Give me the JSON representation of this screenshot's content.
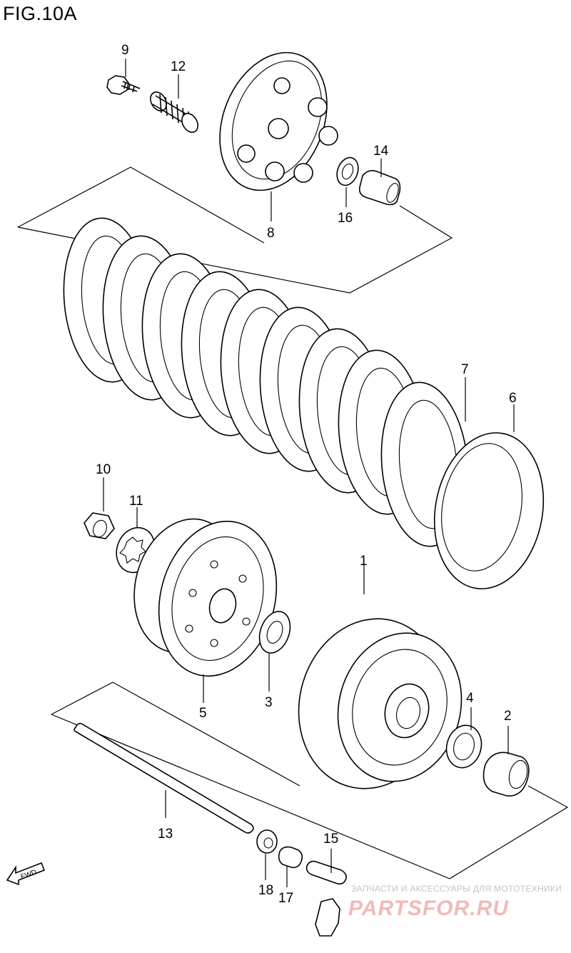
{
  "figure": {
    "title": "FIG.10A"
  },
  "callouts": [
    {
      "id": "1",
      "label": "1"
    },
    {
      "id": "2",
      "label": "2"
    },
    {
      "id": "3",
      "label": "3"
    },
    {
      "id": "4",
      "label": "4"
    },
    {
      "id": "5",
      "label": "5"
    },
    {
      "id": "6",
      "label": "6"
    },
    {
      "id": "7",
      "label": "7"
    },
    {
      "id": "8",
      "label": "8"
    },
    {
      "id": "9",
      "label": "9"
    },
    {
      "id": "10",
      "label": "10"
    },
    {
      "id": "11",
      "label": "11"
    },
    {
      "id": "12",
      "label": "12"
    },
    {
      "id": "13",
      "label": "13"
    },
    {
      "id": "14",
      "label": "14"
    },
    {
      "id": "15",
      "label": "15"
    },
    {
      "id": "16",
      "label": "16"
    },
    {
      "id": "17",
      "label": "17"
    },
    {
      "id": "18",
      "label": "18"
    }
  ],
  "direction_marker": {
    "label": "FWD",
    "icon": "arrow-left-icon"
  },
  "watermark": {
    "tagline": "ЗАПЧАСТИ И АКСЕССУАРЫ ДЛЯ МОТОТЕХНИКИ",
    "logo_text": "PARTSFOR.RU"
  },
  "colors": {
    "line": "#000000",
    "background": "#ffffff",
    "watermark_logo": "#f2b9b9",
    "watermark_text": "#c4c4c4"
  }
}
